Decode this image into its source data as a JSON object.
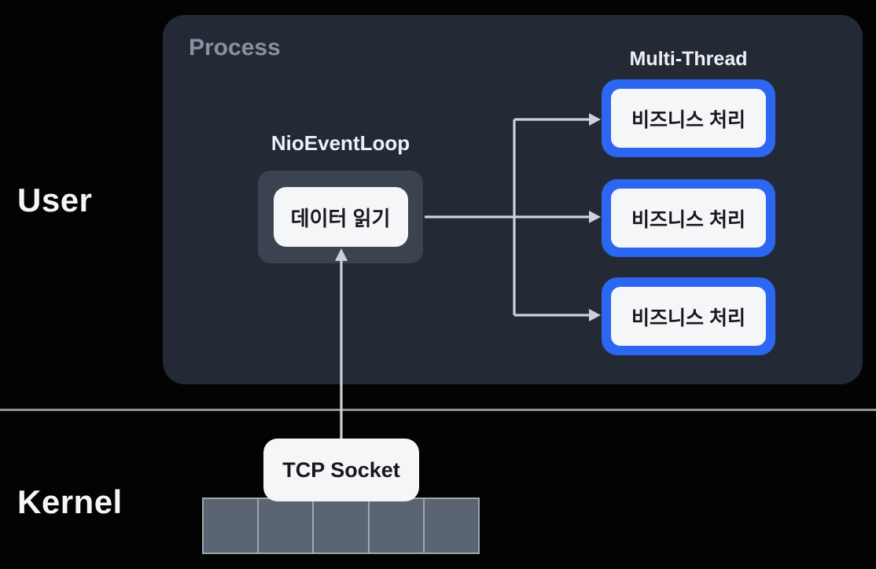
{
  "colors": {
    "background": "#030303",
    "panel": "#232a36",
    "slate_box": "#3b4351",
    "accent_blue": "#2c67f1",
    "card_white": "#f5f6f8",
    "arrow": "#ccd2d8",
    "muted_label": "#8692a2",
    "buffer_fill": "#5b6472",
    "buffer_border": "#9fa6ae"
  },
  "layers": {
    "user": "User",
    "kernel": "Kernel"
  },
  "process": {
    "title": "Process",
    "nio_event_loop": {
      "label": "NioEventLoop",
      "task": "데이터 읽기"
    },
    "multi_thread": {
      "label": "Multi-Thread",
      "threads": [
        {
          "label": "비즈니스 처리"
        },
        {
          "label": "비즈니스 처리"
        },
        {
          "label": "비즈니스 처리"
        }
      ]
    }
  },
  "kernel_area": {
    "tcp_socket": "TCP Socket",
    "buffer_cells": 5
  }
}
